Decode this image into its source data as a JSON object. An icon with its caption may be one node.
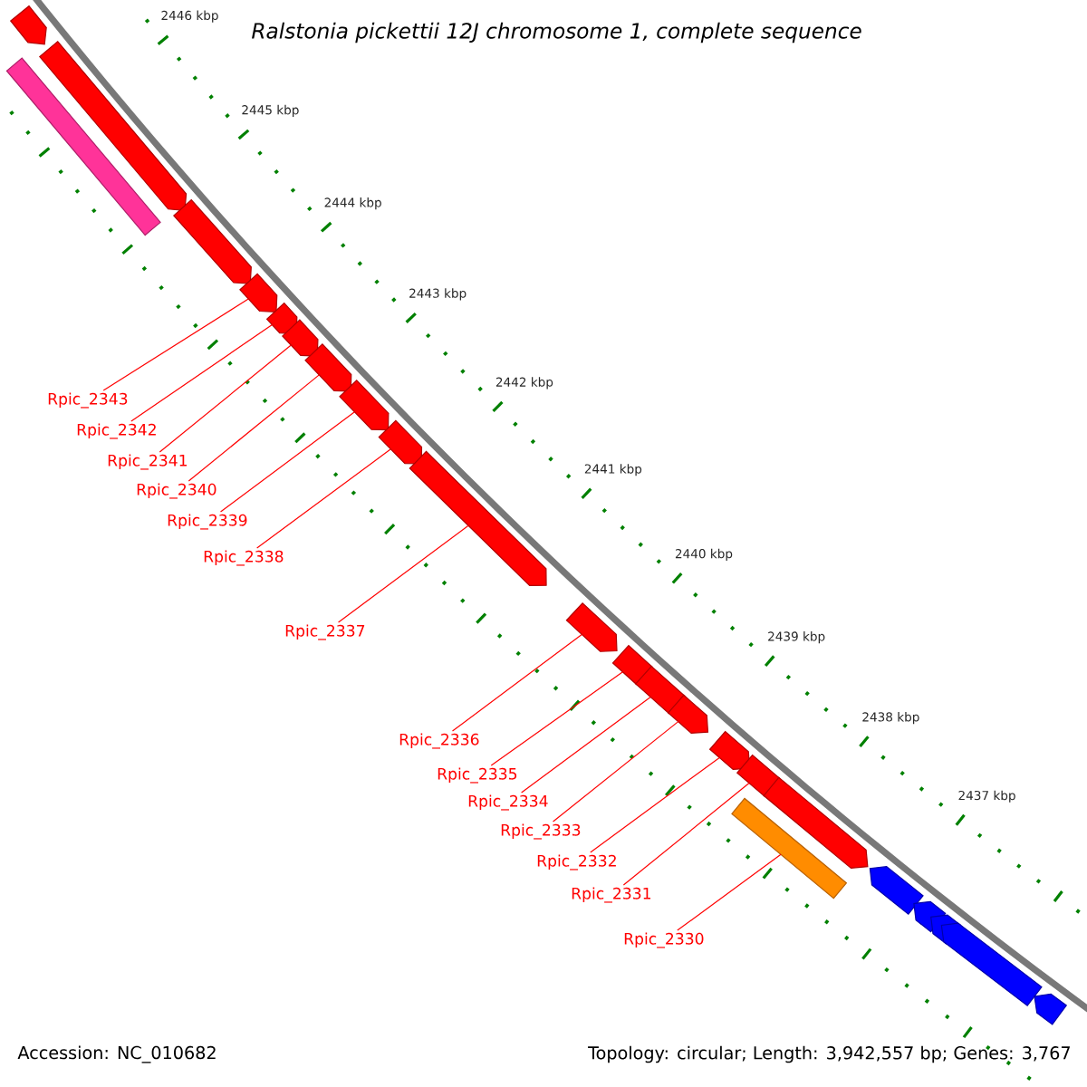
{
  "diagram": {
    "title": "Ralstonia pickettii 12J chromosome 1, complete sequence",
    "nodes": [
      {
        "text": [],
        "shape": "pentagon"
      },
      {
        "text": [],
        "shape": "box"
      },
      {
        "text": [],
        "shape": "pentagon"
      },
      {
        "text": [],
        "shape": "pentagon"
      },
      {
        "text": [],
        "shape": "pentagon"
      },
      {
        "text": [],
        "shape": "pentagon"
      },
      {
        "text": [],
        "shape": "pentagon"
      },
      {
        "text": [],
        "shape": "pentagon"
      },
      {
        "text": [],
        "shape": "pentagon"
      },
      {
        "text": [],
        "shape": "pentagon"
      },
      {
        "text": [],
        "shape": "pentagon"
      },
      {
        "text": [],
        "shape": "pentagon"
      },
      {
        "text": [],
        "shape": "pentagon"
      },
      {
        "text": [],
        "shape": "pentagon"
      },
      {
        "text": [],
        "shape": "pentagon"
      },
      {
        "text": [],
        "shape": "pentagon"
      },
      {
        "text": [],
        "shape": "pentagon"
      },
      {
        "text": [],
        "shape": "pentagon"
      },
      {
        "text": [],
        "shape": "box"
      },
      {
        "text": [],
        "shape": "pentagon"
      },
      {
        "text": [],
        "shape": "pentagon"
      },
      {
        "text": [],
        "shape": "pentagon"
      },
      {
        "text": [],
        "shape": "pentagon"
      },
      {
        "text": [],
        "shape": "pentagon"
      },
      {
        "text": [
          "Rpic_2343"
        ]
      },
      {
        "text": [
          "Rpic_2342"
        ]
      },
      {
        "text": [
          "Rpic_2341"
        ]
      },
      {
        "text": [
          "Rpic_2340"
        ]
      },
      {
        "text": [
          "Rpic_2339"
        ]
      },
      {
        "text": [
          "Rpic_2338"
        ]
      },
      {
        "text": [
          "Rpic_2337"
        ]
      },
      {
        "text": [
          "Rpic_2336"
        ]
      },
      {
        "text": [
          "Rpic_2335"
        ]
      },
      {
        "text": [
          "Rpic_2334"
        ]
      },
      {
        "text": [
          "Rpic_2333"
        ]
      },
      {
        "text": [
          "Rpic_2332"
        ]
      },
      {
        "text": [
          "Rpic_2331"
        ]
      },
      {
        "text": [
          "Rpic_2330"
        ]
      }
    ],
    "edges": [
      {
        "from": 24,
        "to": 4,
        "arrow": "none"
      },
      {
        "from": 25,
        "to": 5,
        "arrow": "none"
      },
      {
        "from": 26,
        "to": 6,
        "arrow": "none"
      },
      {
        "from": 27,
        "to": 7,
        "arrow": "none"
      },
      {
        "from": 28,
        "to": 8,
        "arrow": "none"
      },
      {
        "from": 29,
        "to": 9,
        "arrow": "none"
      },
      {
        "from": 30,
        "to": 10,
        "arrow": "none"
      },
      {
        "from": 31,
        "to": 11,
        "arrow": "none"
      },
      {
        "from": 32,
        "to": 12,
        "arrow": "none"
      },
      {
        "from": 33,
        "to": 13,
        "arrow": "none"
      },
      {
        "from": 34,
        "to": 14,
        "arrow": "none"
      },
      {
        "from": 35,
        "to": 15,
        "arrow": "none"
      },
      {
        "from": 36,
        "to": 16,
        "arrow": "none"
      },
      {
        "from": 37,
        "to": 18,
        "arrow": "none"
      }
    ],
    "labels": [
      "2446 kbp",
      "2445 kbp",
      "2444 kbp",
      "2443 kbp",
      "2442 kbp",
      "2441 kbp",
      "2440 kbp",
      "2439 kbp",
      "2438 kbp",
      "2437 kbp",
      "Accession: NC_010682",
      "Topology: circular; Length: 3,942,557 bp; Genes: 3,767"
    ]
  }
}
